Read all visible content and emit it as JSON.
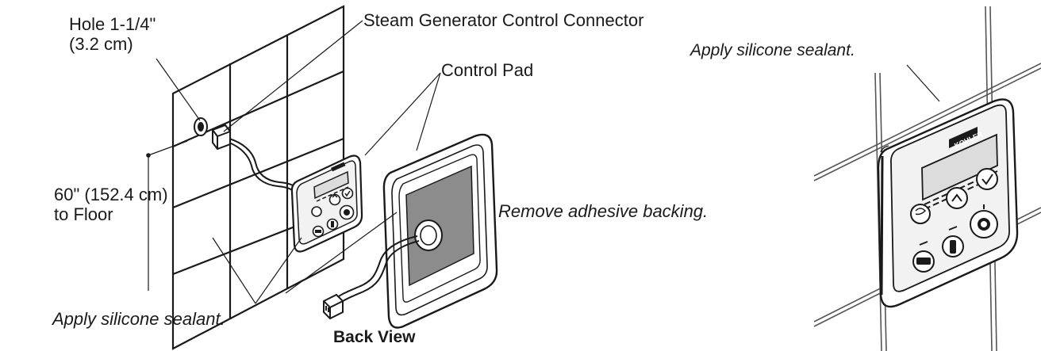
{
  "labels": {
    "hole_line1": "Hole 1-1/4\"",
    "hole_line2": "(3.2 cm)",
    "connector": "Steam Generator Control Connector",
    "control_pad": "Control Pad",
    "height_line1": "60\" (152.4 cm)",
    "height_line2": "to Floor",
    "remove_backing": "Remove adhesive backing.",
    "sealant_left": "Apply silicone sealant.",
    "back_view": "Back View",
    "sealant_right": "Apply silicone sealant."
  },
  "brand": "KOHLER",
  "colors": {
    "line": "#1a1a1a",
    "tile_grout": "#555555",
    "adhesive_backing": "#8c8c8c",
    "pad_face": "#f2f2f2",
    "display": "#dcdcdc",
    "background": "#ffffff"
  },
  "icons": {
    "control_pad_buttons": [
      "steam-icon",
      "timer-icon",
      "power-icon",
      "up-arrow-icon",
      "check-icon"
    ]
  }
}
